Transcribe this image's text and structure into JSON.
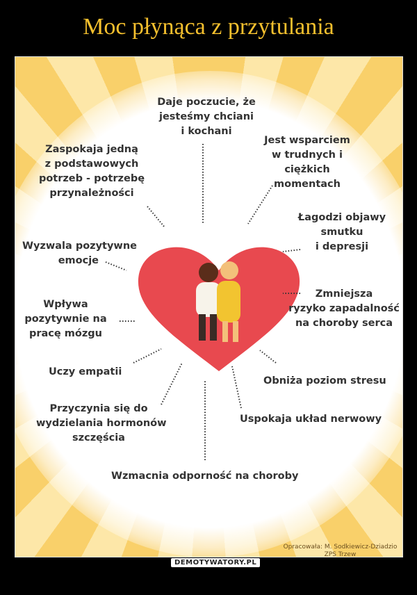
{
  "title": "Moc płynąca z przytulania",
  "benefits": {
    "daje": [
      "Daje poczucie, że",
      "jesteśmy chciani",
      "i kochani"
    ],
    "zaspokaja": [
      "Zaspokaja jedną",
      "z podstawowych",
      "potrzeb - potrzebę",
      "przynależności"
    ],
    "wsparcie": [
      "Jest wsparciem",
      "w trudnych i",
      "ciężkich",
      "momentach"
    ],
    "lagodzi": [
      "Łagodzi objawy",
      "smutku",
      "i depresji"
    ],
    "wyzwala": [
      "Wyzwala pozytywne",
      "emocje"
    ],
    "wplywa": [
      "Wpływa",
      "pozytywnie na",
      "pracę mózgu"
    ],
    "zmniejsza": [
      "Zmniejsza",
      "ryzyko zapadalność",
      "na choroby serca"
    ],
    "empatia": "Uczy empatii",
    "stres": "Obniża poziom stresu",
    "hormony": [
      "Przyczynia się do",
      "wydzielania hormonów",
      "szczęścia"
    ],
    "nerwowy": "Uspokaja układ nerwowy",
    "odpornosc": "Wzmacnia odporność na choroby"
  },
  "credit": [
    "Opracowała: M. Sodkiewicz-Dziadzio",
    "ZPS Trzew"
  ],
  "watermark": "DEMOTYWATORY.PL",
  "colors": {
    "title": "#f5c02e",
    "heart": "#e8494f"
  }
}
